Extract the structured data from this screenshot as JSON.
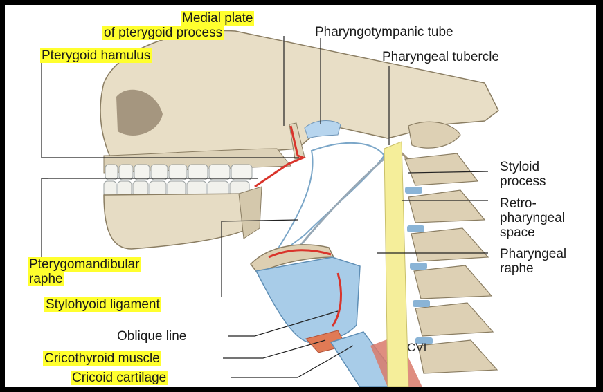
{
  "colors": {
    "highlight": "#ffff2e",
    "bone": "#e6dcc4",
    "cartilage": "#a8cce8",
    "raphe": "#d9342b",
    "muscle": "#e07a55",
    "space": "#f5ee9a"
  },
  "labels": {
    "medial_plate_1": "Medial plate",
    "medial_plate_2": "of pterygoid  process",
    "pharyngotympanic": "Pharyngotympanic tube",
    "pterygoid_hamulus": "Pterygoid hamulus",
    "pharyngeal_tubercle": "Pharyngeal tubercle",
    "styloid_1": "Styloid",
    "styloid_2": "process",
    "retro_1": "Retro-",
    "retro_2": "pharyngeal",
    "retro_3": "space",
    "pharyngeal_raphe_1": "Pharyngeal",
    "pharyngeal_raphe_2": "raphe",
    "pterygomandibular_1": "Pterygomandibular",
    "pterygomandibular_2": "raphe",
    "stylohyoid": "Stylohyoid ligament",
    "oblique": "Oblique line",
    "cricothyroid": "Cricothyroid muscle",
    "cricoid": "Cricoid cartilage",
    "cvi": "CVI"
  }
}
